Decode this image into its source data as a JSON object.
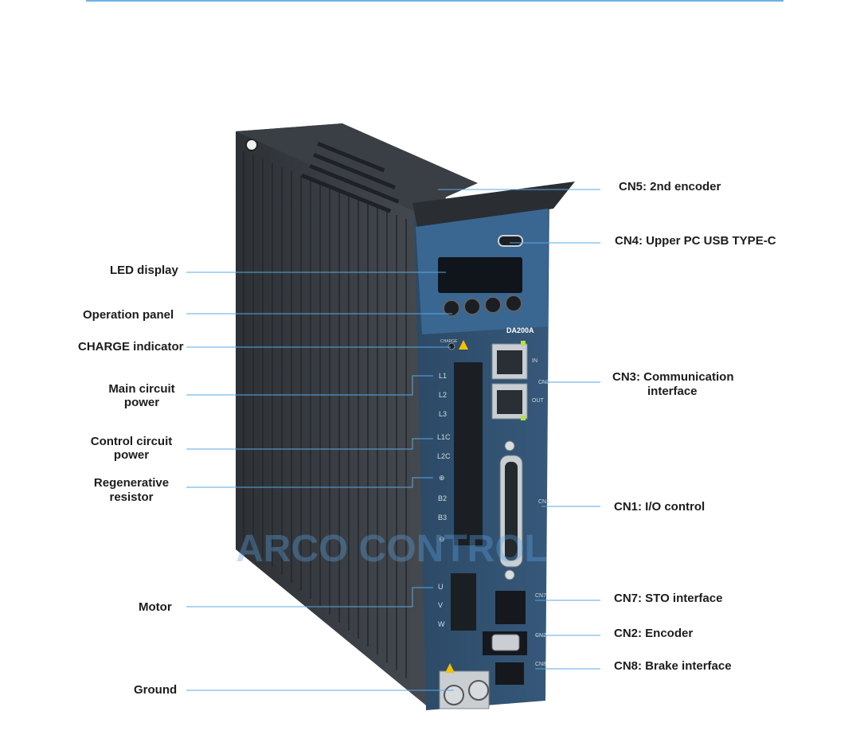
{
  "left_labels": [
    {
      "id": "led",
      "text": "LED display"
    },
    {
      "id": "op",
      "text": "Operation panel"
    },
    {
      "id": "charge",
      "text": "CHARGE indicator"
    },
    {
      "id": "main1",
      "text": "Main circuit"
    },
    {
      "id": "main2",
      "text": "power"
    },
    {
      "id": "ctrl1",
      "text": "Control circuit"
    },
    {
      "id": "ctrl2",
      "text": "power"
    },
    {
      "id": "regen1",
      "text": "Regenerative"
    },
    {
      "id": "regen2",
      "text": "resistor"
    },
    {
      "id": "motor",
      "text": "Motor"
    },
    {
      "id": "ground",
      "text": "Ground"
    }
  ],
  "right_labels": [
    {
      "id": "cn5",
      "text": "CN5: 2nd encoder"
    },
    {
      "id": "cn4",
      "text": "CN4: Upper PC USB TYPE-C"
    },
    {
      "id": "cn3a",
      "text": "CN3: Communication"
    },
    {
      "id": "cn3b",
      "text": "interface"
    },
    {
      "id": "cn1",
      "text": "CN1: I/O control"
    },
    {
      "id": "cn7",
      "text": "CN7: STO interface"
    },
    {
      "id": "cn2",
      "text": "CN2: Encoder"
    },
    {
      "id": "cn8",
      "text": "CN8: Brake interface"
    }
  ],
  "device": {
    "model": "DA200A",
    "charge_text": "CHARGE",
    "terminals_main": [
      "L1",
      "L2",
      "L3"
    ],
    "terminals_ctrl": [
      "L1C",
      "L2C"
    ],
    "terminals_regen": [
      "⊕",
      "B2",
      "B3",
      "⊖"
    ],
    "terminals_motor": [
      "U",
      "V",
      "W"
    ],
    "cn3_in": "IN",
    "cn3_mark": "CN3",
    "cn3_out": "OUT",
    "cn1_mark": "CN1",
    "cn7_mark": "CN7",
    "cn2_mark": "CN2",
    "cn8_mark": "CN8"
  },
  "watermark": {
    "text": "ARCO CONTROL"
  },
  "colors": {
    "leader": "#5aa9e0",
    "body_dark": "#3d4248",
    "body_mid": "#4b5158",
    "front_blue": "#2f4f6c",
    "rule": "#6fb1e3"
  }
}
